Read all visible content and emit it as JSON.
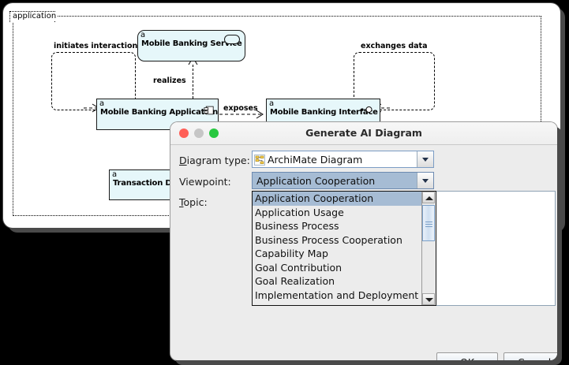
{
  "app": {
    "grouping_label": "application",
    "elements": [
      {
        "id": "service",
        "tag": "a",
        "name": "Mobile Banking Service",
        "icon": "application-service-icon"
      },
      {
        "id": "application",
        "tag": "a",
        "name": "Mobile Banking Application",
        "icon": "application-component-icon"
      },
      {
        "id": "interface",
        "tag": "a",
        "name": "Mobile Banking Interface",
        "icon": "application-interface-icon"
      },
      {
        "id": "data",
        "tag": "a",
        "name": "Transaction Data",
        "icon": "data-object-icon"
      }
    ],
    "relations": [
      {
        "id": "initiates",
        "label": "initiates interaction"
      },
      {
        "id": "realizes",
        "label": "realizes"
      },
      {
        "id": "exposes",
        "label": "exposes"
      },
      {
        "id": "exchanges",
        "label": "exchanges data"
      }
    ]
  },
  "dialog": {
    "title": "Generate AI Diagram",
    "traffic_lights": {
      "close": "close-button",
      "minimize": "minimize-button",
      "maximize": "maximize-button"
    },
    "fields": {
      "diagram_type": {
        "label_prefix": "D",
        "label_rest": "iagram type:",
        "value": "ArchiMate Diagram",
        "icon": "archimate-diagram-icon"
      },
      "viewpoint": {
        "label": "Viewpoint:",
        "value": "Application Cooperation"
      },
      "topic": {
        "label_prefix": "T",
        "label_rest": "opic:",
        "value": ""
      }
    },
    "dropdown": {
      "selected": "Application Cooperation",
      "options": [
        "Application Cooperation",
        "Application Usage",
        "Business Process",
        "Business Process Cooperation",
        "Capability Map",
        "Goal Contribution",
        "Goal Realization",
        "Implementation and Deployment"
      ]
    },
    "buttons": {
      "ok_prefix": "O",
      "ok_rest": "K",
      "cancel_prefix": "C",
      "cancel_rest": "ancel"
    }
  },
  "colors": {
    "element_fill": "#e6f7fa",
    "selection": "#a6bcd4",
    "dialog_bg": "#ececec",
    "close": "#ff5f57",
    "minimize": "#c6c6c6",
    "maximize": "#28c840"
  }
}
